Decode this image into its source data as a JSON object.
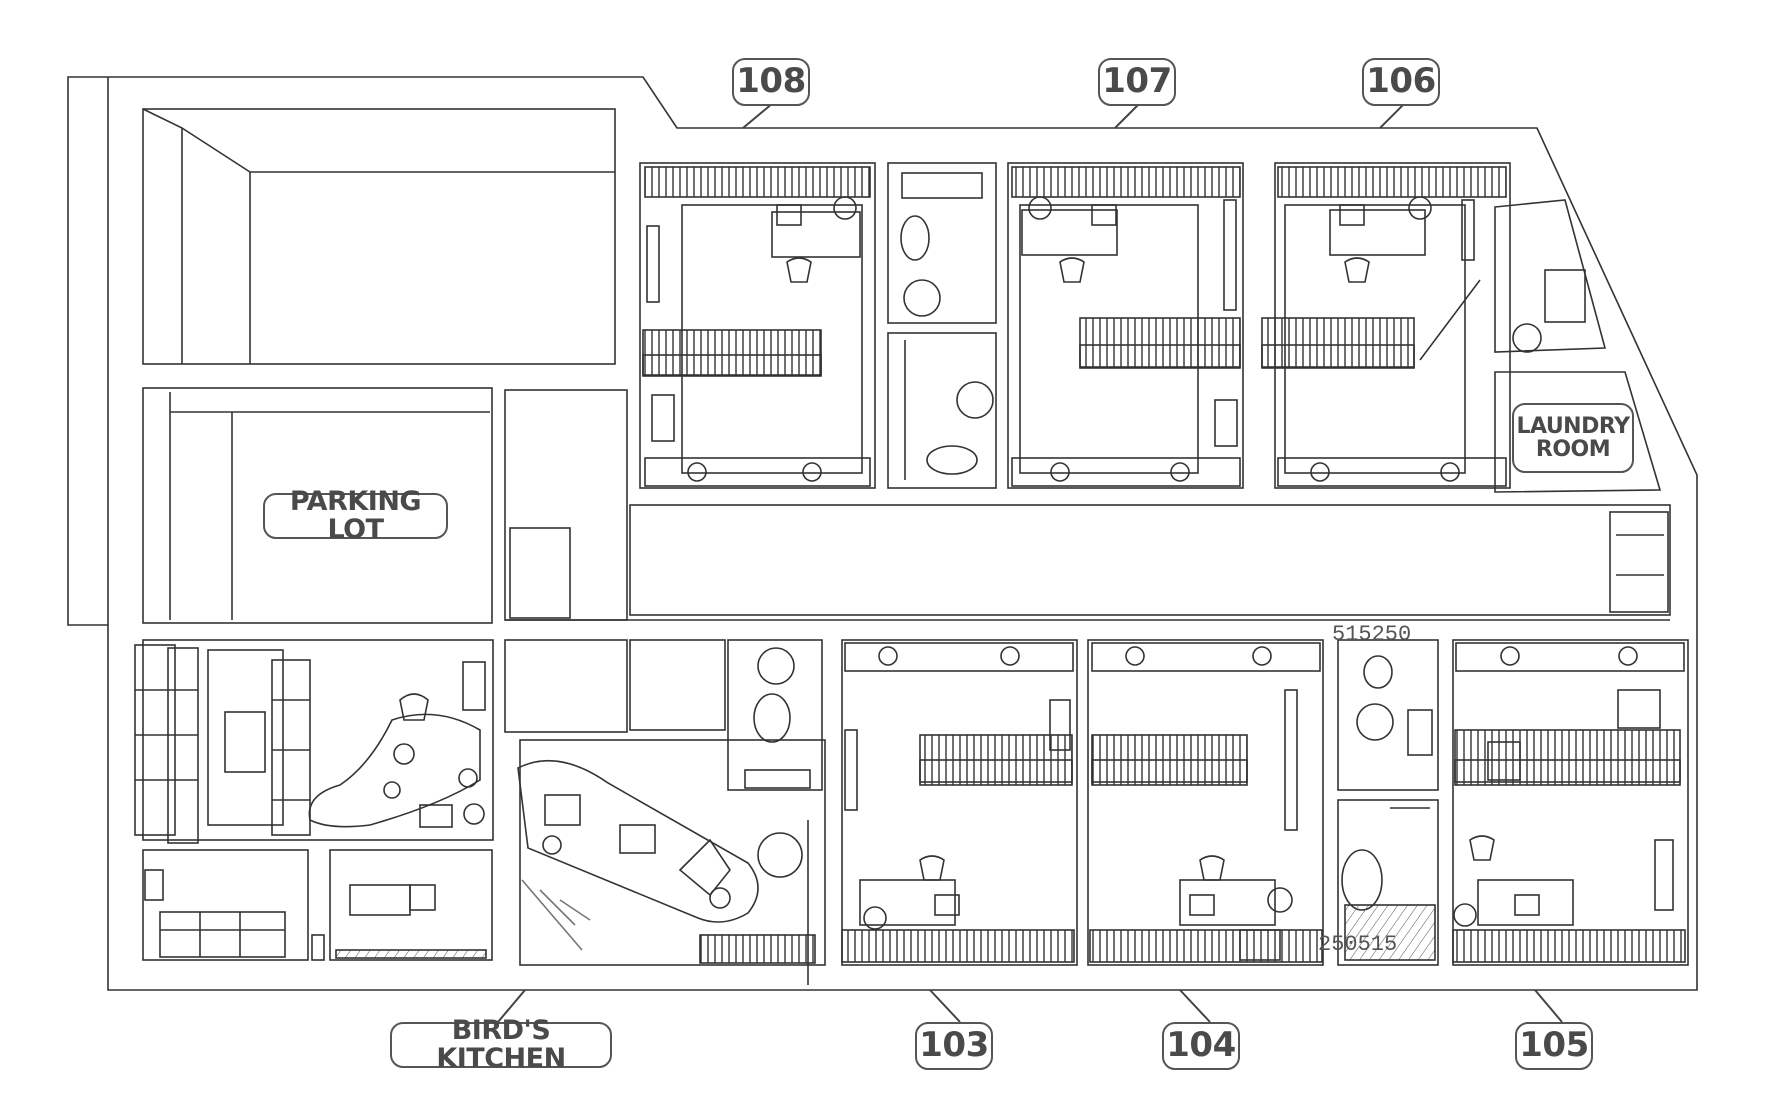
{
  "labels": {
    "unit_108": "108",
    "unit_107": "107",
    "unit_106": "106",
    "unit_103": "103",
    "unit_104": "104",
    "unit_105": "105",
    "parking_lot": "PARKING LOT",
    "laundry_line1": "LAUNDRY",
    "laundry_line2": "ROOM",
    "birds_kitchen": "BIRD'S KITCHEN"
  },
  "annotations": {
    "dim_top": "515250",
    "dim_bottom": "250515"
  },
  "colors": {
    "line": "#333333",
    "tag_border": "#555555",
    "tag_text": "#4a4a4a"
  }
}
